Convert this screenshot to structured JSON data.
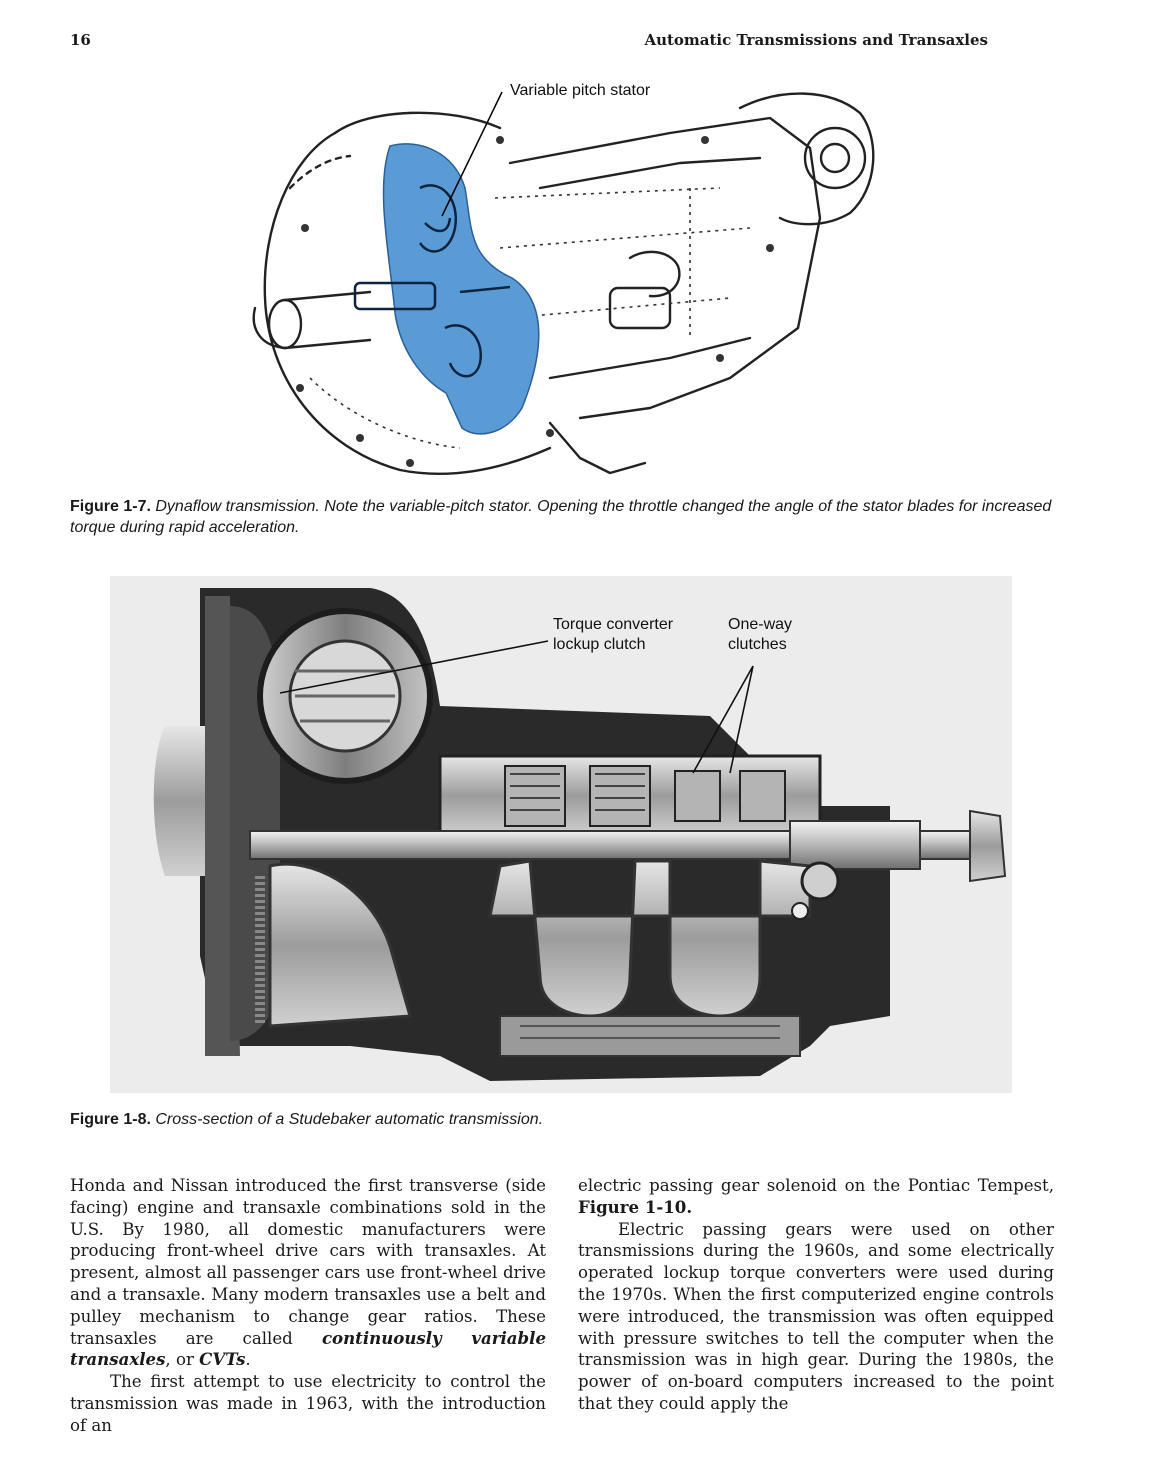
{
  "header": {
    "page_number": "16",
    "running_title": "Automatic Transmissions and Transaxles"
  },
  "figure_1_7": {
    "callout": "Variable pitch stator",
    "caption_label": "Figure 1-7.",
    "caption_text": "Dynaflow transmission. Note the variable-pitch stator. Opening the throttle changed the angle of the stator blades for increased torque during rapid acceleration.",
    "highlight_color": "#5b9bd5"
  },
  "figure_1_8": {
    "callout_lockup": "Torque converter\nlockup clutch",
    "callout_oneway": "One-way\nclutches",
    "caption_label": "Figure 1-8.",
    "caption_text": "Cross-section of a Studebaker automatic transmission."
  },
  "body": {
    "left_p1_a": "Honda and Nissan introduced the first transverse (side fac­ing) engine and transaxle combinations sold in the U.S. By 1980, all domestic manufacturers were producing front-wheel drive cars with transaxles. At present, almost all pas­senger cars use front-wheel drive and a transaxle. Many modern transaxles use a belt and pulley mechanism to change gear ratios. These transaxles are called ",
    "left_p1_term1": "continuously variable transaxles",
    "left_p1_b": ", or ",
    "left_p1_term2": "CVTs",
    "left_p1_c": ".",
    "left_p2": "The first attempt to use electricity to control the trans­mission was made in 1963, with the introduction of an",
    "right_p1_a": "electric passing gear solenoid on the Pontiac Tempest, ",
    "right_p1_ref": "Figure 1-10.",
    "right_p2": "Electric passing gears were used on other transmis­sions during the 1960s, and some electrically operated lockup torque converters were used during the 1970s. When the first computerized engine controls were intro­duced, the transmission was often equipped with pressure switches to tell the computer when the transmission was in high gear. During the 1980s, the power of on-board com­puters increased to the point that they could apply the"
  }
}
